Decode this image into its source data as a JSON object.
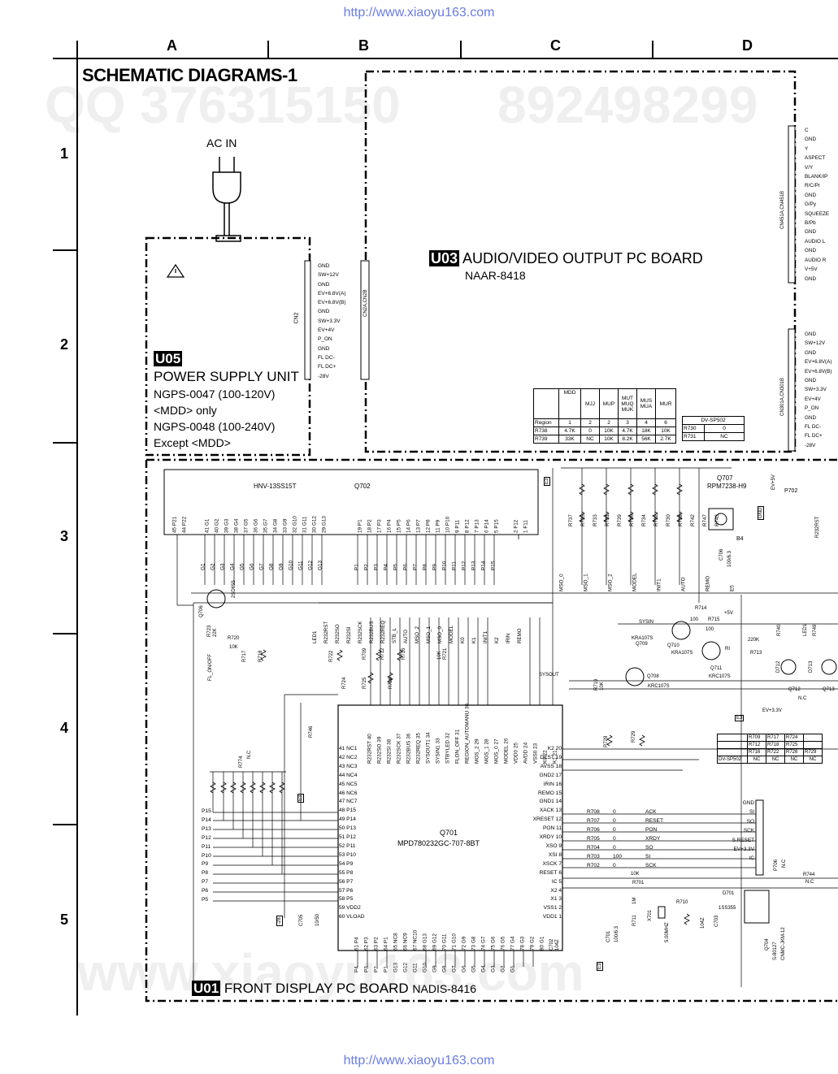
{
  "header_url": "http://www.xiaoyu163.com",
  "footer_url": "http://www.xiaoyu163.com",
  "watermarks": {
    "qq_top": "QQ 376315150",
    "qq_top2": "892498299",
    "bottom": "www.xiaoyu163.com"
  },
  "columns": [
    "A",
    "B",
    "C",
    "D"
  ],
  "rows": [
    "1",
    "2",
    "3",
    "4",
    "5"
  ],
  "page_title": "SCHEMATIC DIAGRAMS-1",
  "ac_in": "AC IN",
  "power_unit": {
    "badge": "U05",
    "title": "POWER SUPPLY UNIT",
    "lines": [
      "NGPS-0047 (100-120V)",
      "<MDD> only",
      "NGPS-0048 (100-240V)",
      "Except <MDD>"
    ],
    "connector": "CN2",
    "pins": [
      "GND",
      "SW+12V",
      "GND",
      "EV+6.8V(A)",
      "EV+6.8V(B)",
      "GND",
      "SW+3.3V",
      "EV+4V",
      "P_ON",
      "GND",
      "FL DC-",
      "FL DC+",
      "-28V"
    ]
  },
  "av_board": {
    "badge": "U03",
    "title": "AUDIO/VIDEO OUTPUT PC BOARD",
    "part": "NAAR-8418",
    "left_connector": "CN2A,CN2B",
    "conn_top": "CN451A,CN451B",
    "conn_bottom": "CN301A,CN301B",
    "top_pins": [
      "C",
      "GND",
      "Y",
      "ASPECT",
      "V/Y",
      "BLANK/IP",
      "R/C/Pr",
      "GND",
      "G/Py",
      "SQUEEZE",
      "B/Pb",
      "GND",
      "AUDIO L",
      "GND",
      "AUDIO R",
      "V+5V",
      "GND"
    ],
    "bottom_pins": [
      "GND",
      "SW+12V",
      "GND",
      "EV+6.8V(A)",
      "EV+6.8V(B)",
      "GND",
      "SW+3.3V",
      "EV+4V",
      "P_ON",
      "GND",
      "FL DC-",
      "FL DC+",
      "-28V"
    ]
  },
  "region_table": {
    "headers": [
      "",
      "MDD",
      "MJJ",
      "MUP",
      "MUT MUQ MUK",
      "MUS MUA",
      "MUR"
    ],
    "rows": [
      [
        "Region",
        "1",
        "2",
        "2",
        "3",
        "4",
        "6"
      ],
      [
        "R738",
        "4.7K",
        "0",
        "10K",
        "4.7K",
        "18K",
        "10K"
      ],
      [
        "R739",
        "33K",
        "NC",
        "10K",
        "8.2K",
        "56K",
        "2.7K"
      ]
    ]
  },
  "dvsp_table": {
    "header": "DV-SP502",
    "rows": [
      [
        "R730",
        "0"
      ],
      [
        "R731",
        "NC"
      ]
    ]
  },
  "dvsp_table2": {
    "rows": [
      [
        "R709",
        "R717",
        "R724"
      ],
      [
        "R712",
        "R718",
        "R725"
      ],
      [
        "R716",
        "R722",
        "R726"
      ]
    ],
    "extra": [
      "R728",
      "R729"
    ],
    "footer": [
      "DV-SP502",
      "NC",
      "NC",
      "NC",
      "NC"
    ]
  },
  "front_board": {
    "badge": "U01",
    "title": "FRONT DISPLAY PC BOARD",
    "part": "NADIS-8416",
    "vfd": "HNV-13SS15T",
    "vfd_ref": "Q702",
    "mcu_ref": "Q701",
    "mcu_part": "MPD780232GC-707-8BT",
    "q707": "Q707",
    "q707_part": "RPM7238-H9",
    "p702": "P702",
    "vfd_top_pins": [
      "45 P21",
      "44 P22",
      "41 G1",
      "40 G2",
      "39 G3",
      "38 G4",
      "37 G5",
      "36 G6",
      "35 G7",
      "34 G8",
      "33 G9",
      "32 G10",
      "31 G11",
      "30 G12",
      "29 G13",
      "19 P1",
      "18 P2",
      "17 P3",
      "16 P4",
      "15 P5",
      "14 P6",
      "13 P7",
      "12 P8",
      "11 P9",
      "10 P10",
      "9 P11",
      "8 P12",
      "7 P13",
      "6 P14",
      "5 P15",
      "2 F12",
      "1 F11"
    ],
    "grid_labels": [
      "G1",
      "G2",
      "G3",
      "G4",
      "G5",
      "G6",
      "G7",
      "G8",
      "G9",
      "G10",
      "G11",
      "G12",
      "G13"
    ],
    "seg_labels": [
      "P1",
      "P2",
      "P3",
      "P4",
      "P5",
      "P6",
      "P7",
      "P8",
      "P9",
      "P10",
      "P11",
      "P12",
      "P13",
      "P14",
      "P15"
    ],
    "mcu_left_pins": [
      "41 NC1",
      "42 NC2",
      "43 NC3",
      "44 NC4",
      "45 NC5",
      "46 NC6",
      "47 NC7",
      "48 P15",
      "49 P14",
      "50 P13",
      "51 P12",
      "52 P11",
      "53 P10",
      "54 P9",
      "55 P8",
      "56 P7",
      "57 P6",
      "58 P5",
      "59 VDD2",
      "60 VLOAD"
    ],
    "mcu_right_pins": [
      "K2 20",
      "DEST 19",
      "AVSS 18",
      "GND2 17",
      "IRIN 16",
      "REMO 15",
      "GND1 14",
      "XACK 13",
      "XRESET 12",
      "PON 11",
      "XRDY 10",
      "XSO 9",
      "XSI 8",
      "XSCK 7",
      "RESET 6",
      "IC 5",
      "X2 4",
      "X1 3",
      "VSS1 2",
      "VDD1 1"
    ],
    "mcu_top_pins": [
      "R232RST 40",
      "R232SO 39",
      "R232SI 38",
      "R232SCK 37",
      "R232BUS 36",
      "R232REQ 35",
      "SYSOUT1 34",
      "SYSIN1 33",
      "STBYLED 32",
      "FLON_OFF 31",
      "REGION_AUTOMANU 30",
      "MOS_2 29",
      "MOS_1 28",
      "MOS_0 27",
      "MODEL 26",
      "VDD0 25",
      "AVDD 24",
      "VSS0 23",
      "K0 22",
      "K1 21"
    ],
    "mcu_bottom_pins": [
      "61 P4",
      "62 P3",
      "63 P2",
      "64 P1",
      "65 NC8",
      "66 NC9",
      "67 NC10",
      "68 G13",
      "69 G12",
      "70 G11",
      "71 G10",
      "72 G9",
      "73 G8",
      "74 G7",
      "75 G6",
      "76 G5",
      "77 G4",
      "78 G3",
      "79 G2",
      "80 G1"
    ],
    "bottom_bus": [
      "P4",
      "P3",
      "P2",
      "P1",
      "G13",
      "G12",
      "G11",
      "G10",
      "G9",
      "G8",
      "G7",
      "G6",
      "G5",
      "G4",
      "G3",
      "G2",
      "G1"
    ],
    "left_bus": [
      "P15",
      "P14",
      "P13",
      "P12",
      "P11",
      "P10",
      "P9",
      "P8",
      "P7",
      "P6",
      "P5"
    ],
    "serial": [
      [
        "R708",
        "0",
        "ACK"
      ],
      [
        "R707",
        "0",
        "RESET"
      ],
      [
        "R706",
        "0",
        "PON"
      ],
      [
        "R705",
        "0",
        "XRDY"
      ],
      [
        "R704",
        "0",
        "SO"
      ],
      [
        "R703",
        "100",
        "SI"
      ],
      [
        "R702",
        "0",
        "SCK"
      ]
    ],
    "conn_pins": [
      "GND",
      "SI",
      "SO",
      "SCK",
      "S.RESET",
      "EV+3.3V",
      "IC"
    ],
    "top_nets": [
      "MSO_0",
      "MSO_1",
      "MSO_2",
      "MODEL",
      "INIT1",
      "AUTO",
      "REMO",
      "E5"
    ],
    "mid_nets": [
      "LED1",
      "R232RST",
      "R232SO",
      "R232SI",
      "R232SCK",
      "R232BUS",
      "R232REQ",
      "STB_L",
      "AUTO",
      "MSO_2",
      "MSO_1",
      "MSO_0",
      "MODEL",
      "K0",
      "K1",
      "INIT1",
      "K2",
      "IRIN",
      "REMO"
    ],
    "resistors_top": [
      "R737",
      "R735",
      "R733",
      "R731",
      "R739",
      "R736",
      "R734",
      "R732",
      "R730",
      "R738",
      "R742",
      "R747",
      "R743"
    ],
    "misc": {
      "q706": "Q706",
      "q706p": "2SD655",
      "r723": "R723",
      "r723v": "22K",
      "r720": "R720",
      "r720v": "10K",
      "r717": "R717",
      "r718": "R718",
      "fl": "FL_ON/OFF",
      "r722": "R722",
      "r709": "R709",
      "r712": "R712",
      "r716": "R716",
      "r724": "R724",
      "r725": "R725",
      "r726": "R726",
      "r746": "R746",
      "r774": "R774",
      "nc": "N.C",
      "r721": "R721",
      "r721v": "10K",
      "sysin": "SYSIN",
      "sysout": "SYSOUT",
      "r719": "R719",
      "r719v": "10K",
      "r714": "R714",
      "r714v": "100",
      "r715": "R715",
      "r715v": "100",
      "p5v": "+5V",
      "q709": "Q709",
      "kra": "KRA107S",
      "q710": "Q710",
      "q711": "Q711",
      "krc": "KRC107S",
      "q708": "Q708",
      "ri": "RI",
      "r713": "R713",
      "r713v": "220K",
      "r740": "R740",
      "d712": "D712",
      "d713": "D713",
      "r749": "R749",
      "led1": "LED1",
      "q712": "Q712",
      "q713": "Q713",
      "ev33": "EV+3.3V",
      "e3": "E3",
      "r728": "R728",
      "r729": "R729",
      "r701": "R701",
      "r701v": "10K",
      "r744": "R744",
      "d701": "D701",
      "d701p": "1SS355",
      "r710": "R710",
      "r711": "R711",
      "r711v": "1M",
      "x701": "X701",
      "x701v": "5.00MHZ",
      "c703": "C703",
      "c703v": "104Z",
      "c702": "C702",
      "c702v": "104Z",
      "c701": "C701",
      "c701v": "100/6.3",
      "c706": "C706",
      "c706v": "100/6.3",
      "q704": "Q704",
      "q704p": "S-80127",
      "q704p2": "CNMC-JKM-12",
      "p706": "P706",
      "r28": "-28",
      "c705": "C705",
      "c705v": "10/50",
      "gnd": "GND",
      "ev5v": "EV+5V",
      "r232rst": "R232RST",
      "r232so": "R232SO",
      "bu": "B4"
    }
  }
}
